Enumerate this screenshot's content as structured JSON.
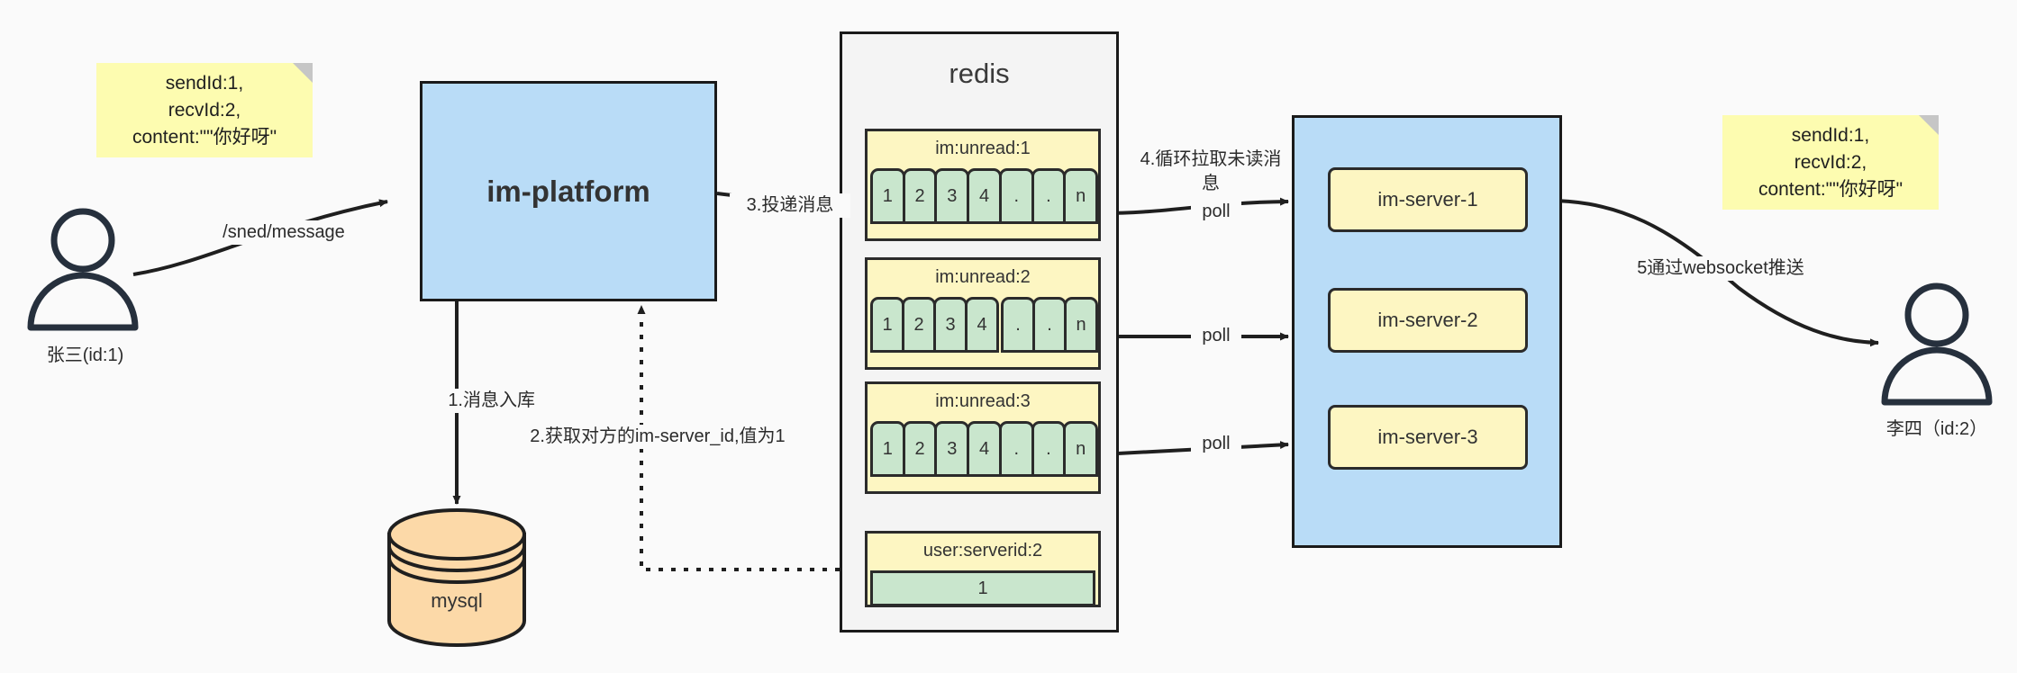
{
  "diagram": {
    "title": "IM message delivery architecture",
    "background": "#fafafa",
    "colors": {
      "note_yellow": "#fdfcb0",
      "box_blue": "#b9dcf7",
      "key_yellow": "#fdf6c2",
      "cell_green": "#c9e6cd",
      "db_orange": "#fcd9a8",
      "stroke": "#1a1a1a"
    }
  },
  "notes": {
    "left": "sendId:1,\nrecvId:2,\ncontent:\"\"你好呀\"",
    "right": "sendId:1,\nrecvId:2,\ncontent:\"\"你好呀\""
  },
  "actors": {
    "sender": "张三(id:1)",
    "receiver": "李四（id:2）"
  },
  "platform": {
    "label": "im-platform"
  },
  "database": {
    "label": "mysql"
  },
  "redis": {
    "title": "redis",
    "groups": [
      {
        "key": "im:unread:1",
        "cells": [
          "1",
          "2",
          "3",
          "4",
          ".",
          ".",
          "n"
        ]
      },
      {
        "key": "im:unread:2",
        "cells": [
          "1",
          "2",
          "3",
          "4",
          ".",
          ".",
          "n"
        ]
      },
      {
        "key": "im:unread:3",
        "cells": [
          "1",
          "2",
          "3",
          "4",
          ".",
          ".",
          "n"
        ]
      }
    ],
    "serverid": {
      "key": "user:serverid:2",
      "value": "1"
    }
  },
  "servers": {
    "items": [
      {
        "label": "im-server-1"
      },
      {
        "label": "im-server-2"
      },
      {
        "label": "im-server-3"
      }
    ]
  },
  "edges": {
    "send_message": "/sned/message",
    "step1": "1.消息入库",
    "step2": "2.获取对方的im-server_id,值为1",
    "step3": "3.投递消息",
    "step4": "4.循环拉取未读消\n息",
    "step5": "5通过websocket推送",
    "poll1": "poll",
    "poll2": "poll",
    "poll3": "poll"
  }
}
